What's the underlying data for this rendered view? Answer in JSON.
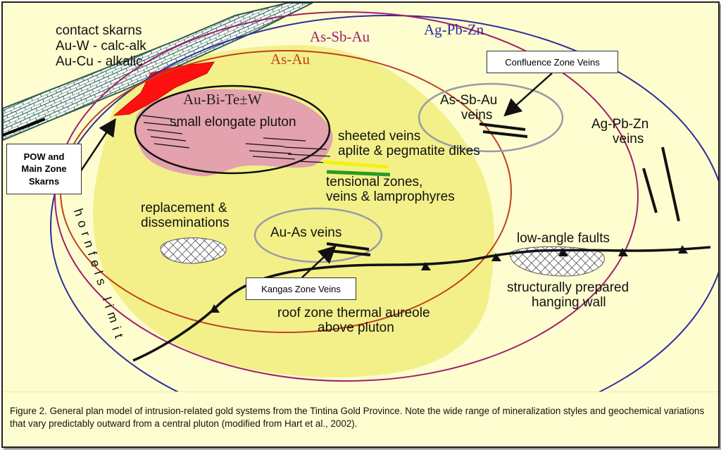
{
  "figure": {
    "zone_labels": {
      "ag_pb_zn": "Ag-Pb-Zn",
      "as_sb_au": "As-Sb-Au",
      "as_au": "As-Au",
      "au_bi_te_w": "Au-Bi-Te±W"
    },
    "text": {
      "contact_skarns": "contact skarns",
      "au_w_calc_alk": "Au-W - calc-alk",
      "au_cu_alkalic": "Au-Cu - alkalic",
      "small_elongate_pluton": "small elongate pluton",
      "sheeted_veins": "sheeted veins",
      "aplite_pegmatite": "aplite & pegmatite dikes",
      "tensional_zones": "tensional zones,",
      "veins_lamprophyres": "veins & lamprophyres",
      "replacement": "replacement &",
      "disseminations": "disseminations",
      "au_as_veins": "Au-As veins",
      "as_sb_au_veins_1": "As-Sb-Au",
      "as_sb_au_veins_2": "veins",
      "ag_pb_zn_veins_1": "Ag-Pb-Zn",
      "ag_pb_zn_veins_2": "veins",
      "low_angle_faults": "low-angle faults",
      "structurally_prepared": "structurally prepared",
      "hanging_wall": "hanging wall",
      "roof_zone": "roof zone thermal aureole",
      "above_pluton": "above pluton",
      "hornfels_limit": "hornfels limit"
    },
    "callouts": {
      "confluence": "Confluence Zone Veins",
      "pow_1": "POW and",
      "pow_2": "Main Zone",
      "pow_3": "Skarns",
      "kangas": "Kangas Zone Veins"
    },
    "colors": {
      "background": "#fdfdd0",
      "aureole": "#f3f08a",
      "pluton": "#e3a2ad",
      "skarn": "#ff1010",
      "ag_pb_zn_ring": "#2e2e9a",
      "as_sb_au_ring": "#a0206a",
      "as_au_ring": "#c0401c",
      "sedimentary_layer": "#5a8a78"
    }
  },
  "caption": "Figure 2.  General plan model of intrusion-related gold systems from the Tintina Gold Province.  Note the wide range of mineralization styles and geochemical variations that vary predictably outward from a central pluton (modified from Hart et al., 2002)."
}
